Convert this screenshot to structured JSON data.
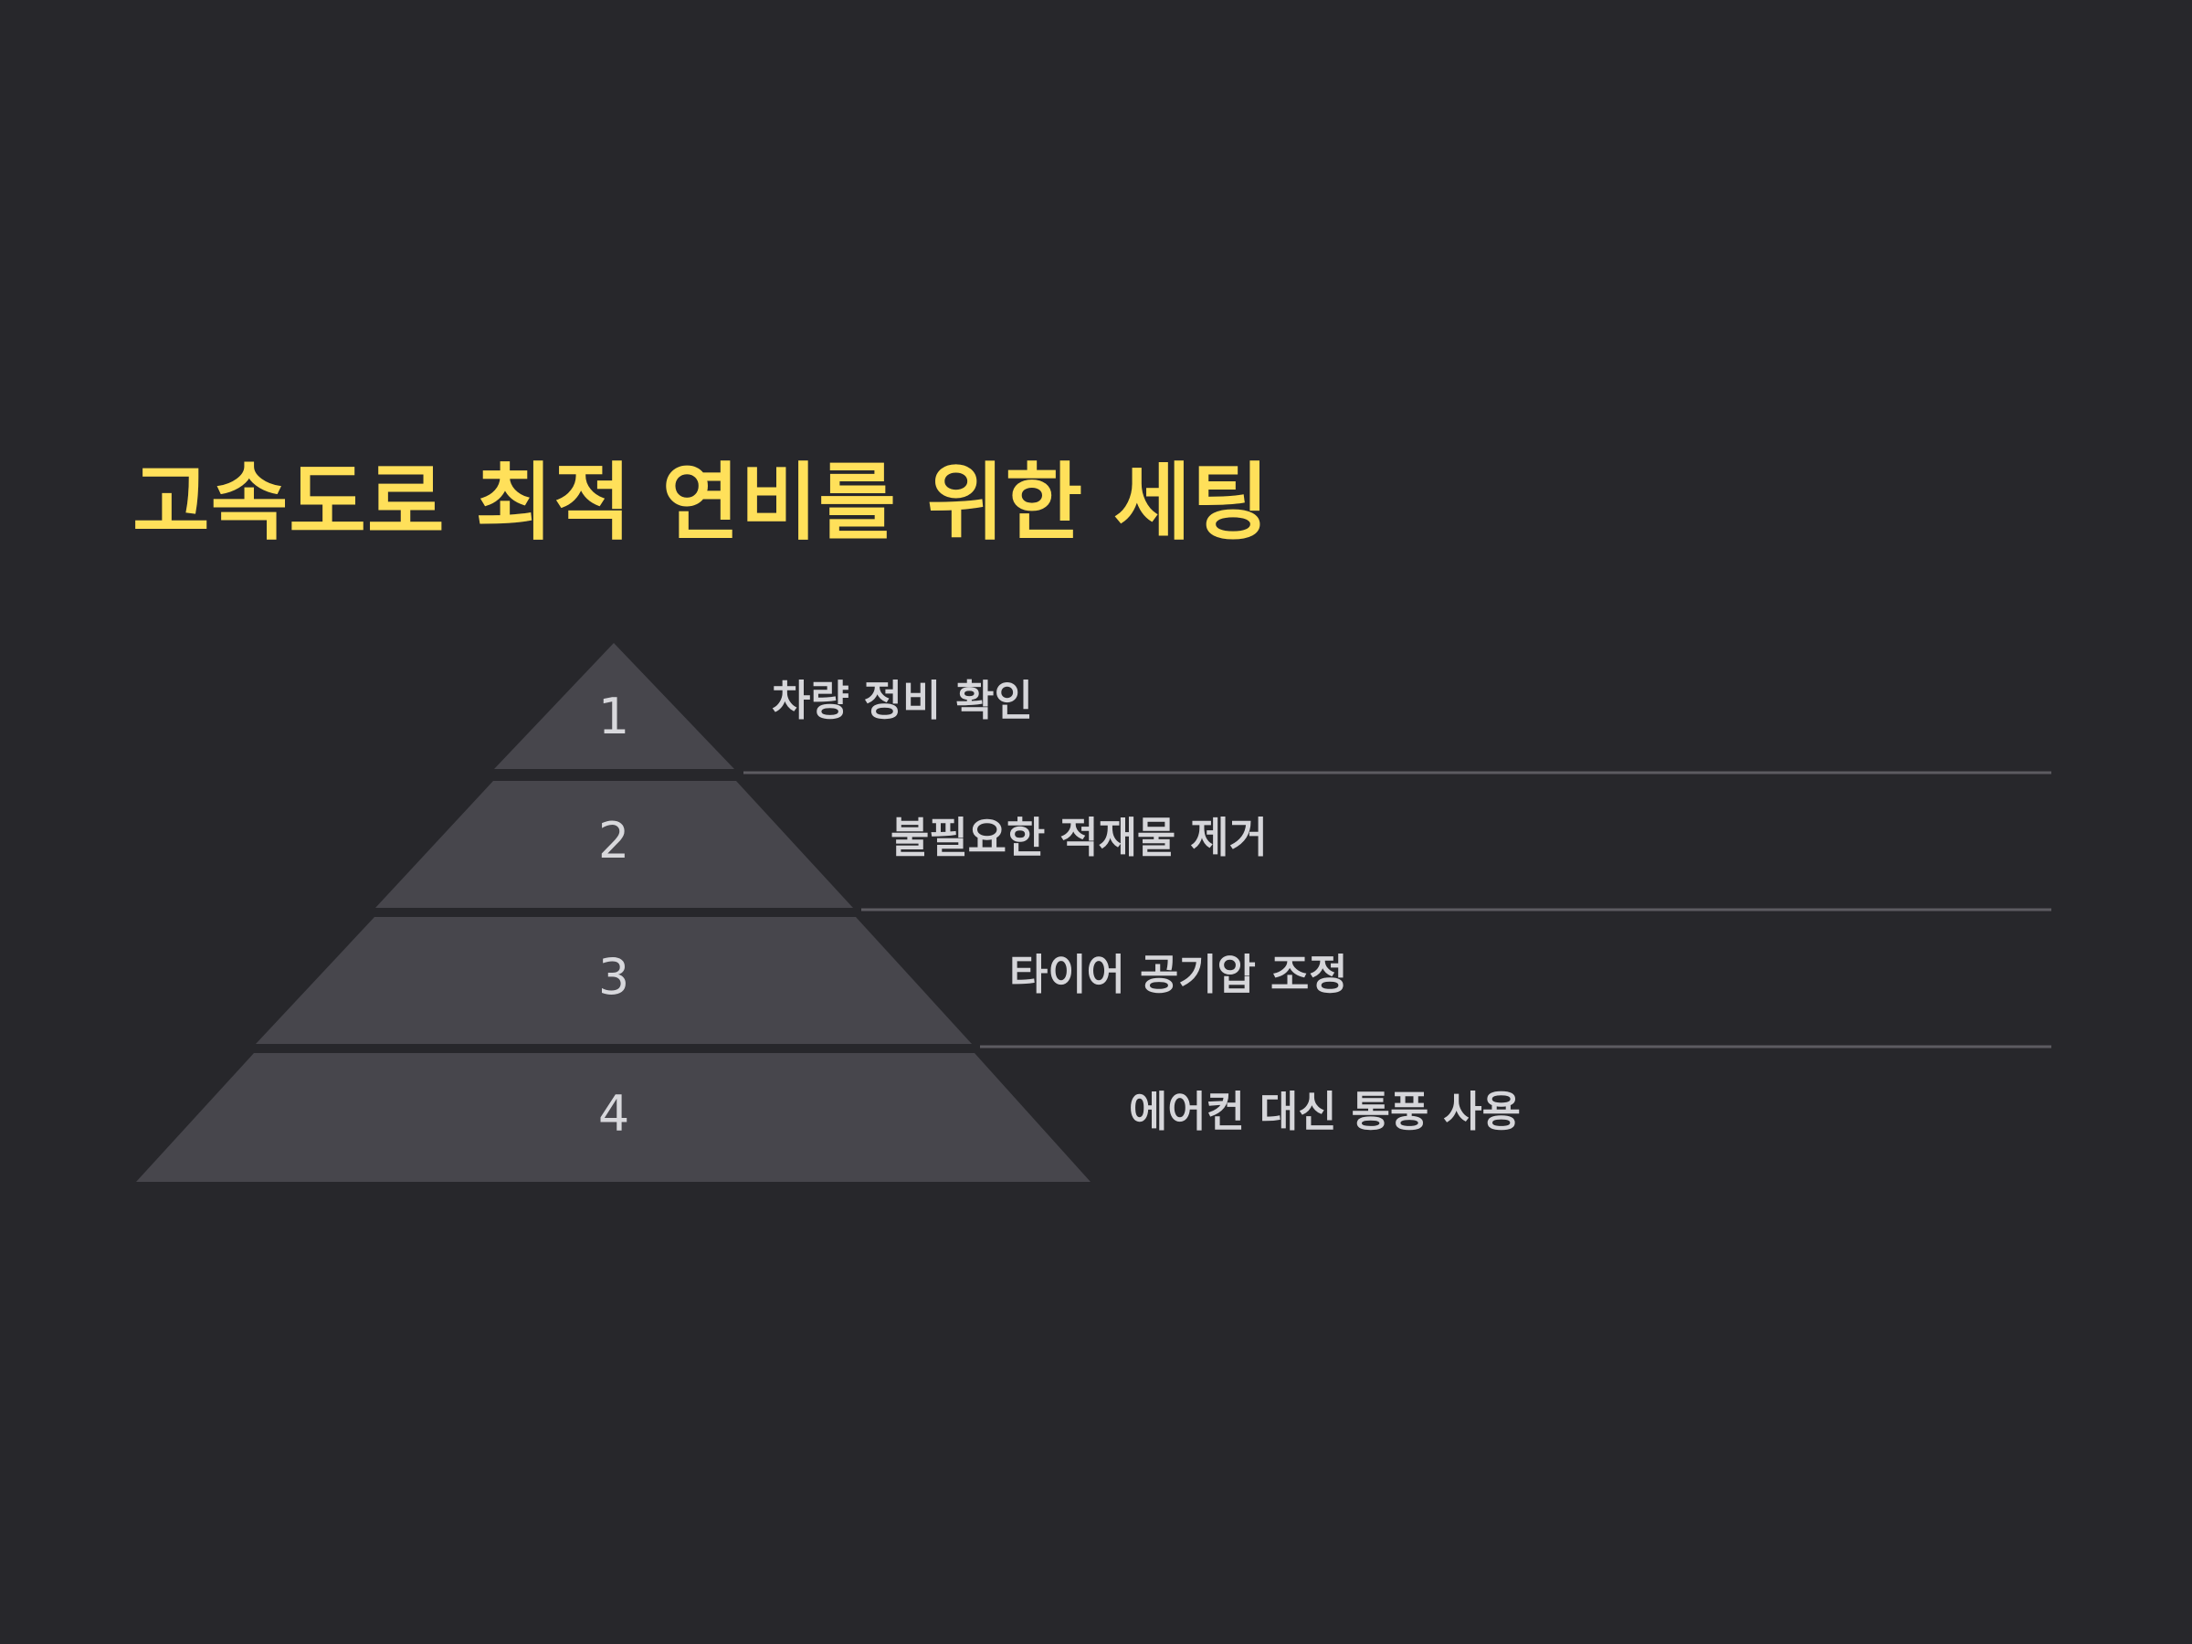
{
  "slide": {
    "title": "고속도로 최적 연비를 위한 세팅",
    "title_color": "#ffe05a",
    "background_color": "#27272b"
  },
  "pyramid": {
    "tier_color": "#47464c",
    "separator_color": "#5c5b61",
    "tiers": [
      {
        "number": "1",
        "label": "차량 정비 확인"
      },
      {
        "number": "2",
        "label": "불필요한 적재물 제거"
      },
      {
        "number": "3",
        "label": "타이어 공기압 조정"
      },
      {
        "number": "4",
        "label": "에어컨 대신 통풍 사용"
      }
    ]
  }
}
